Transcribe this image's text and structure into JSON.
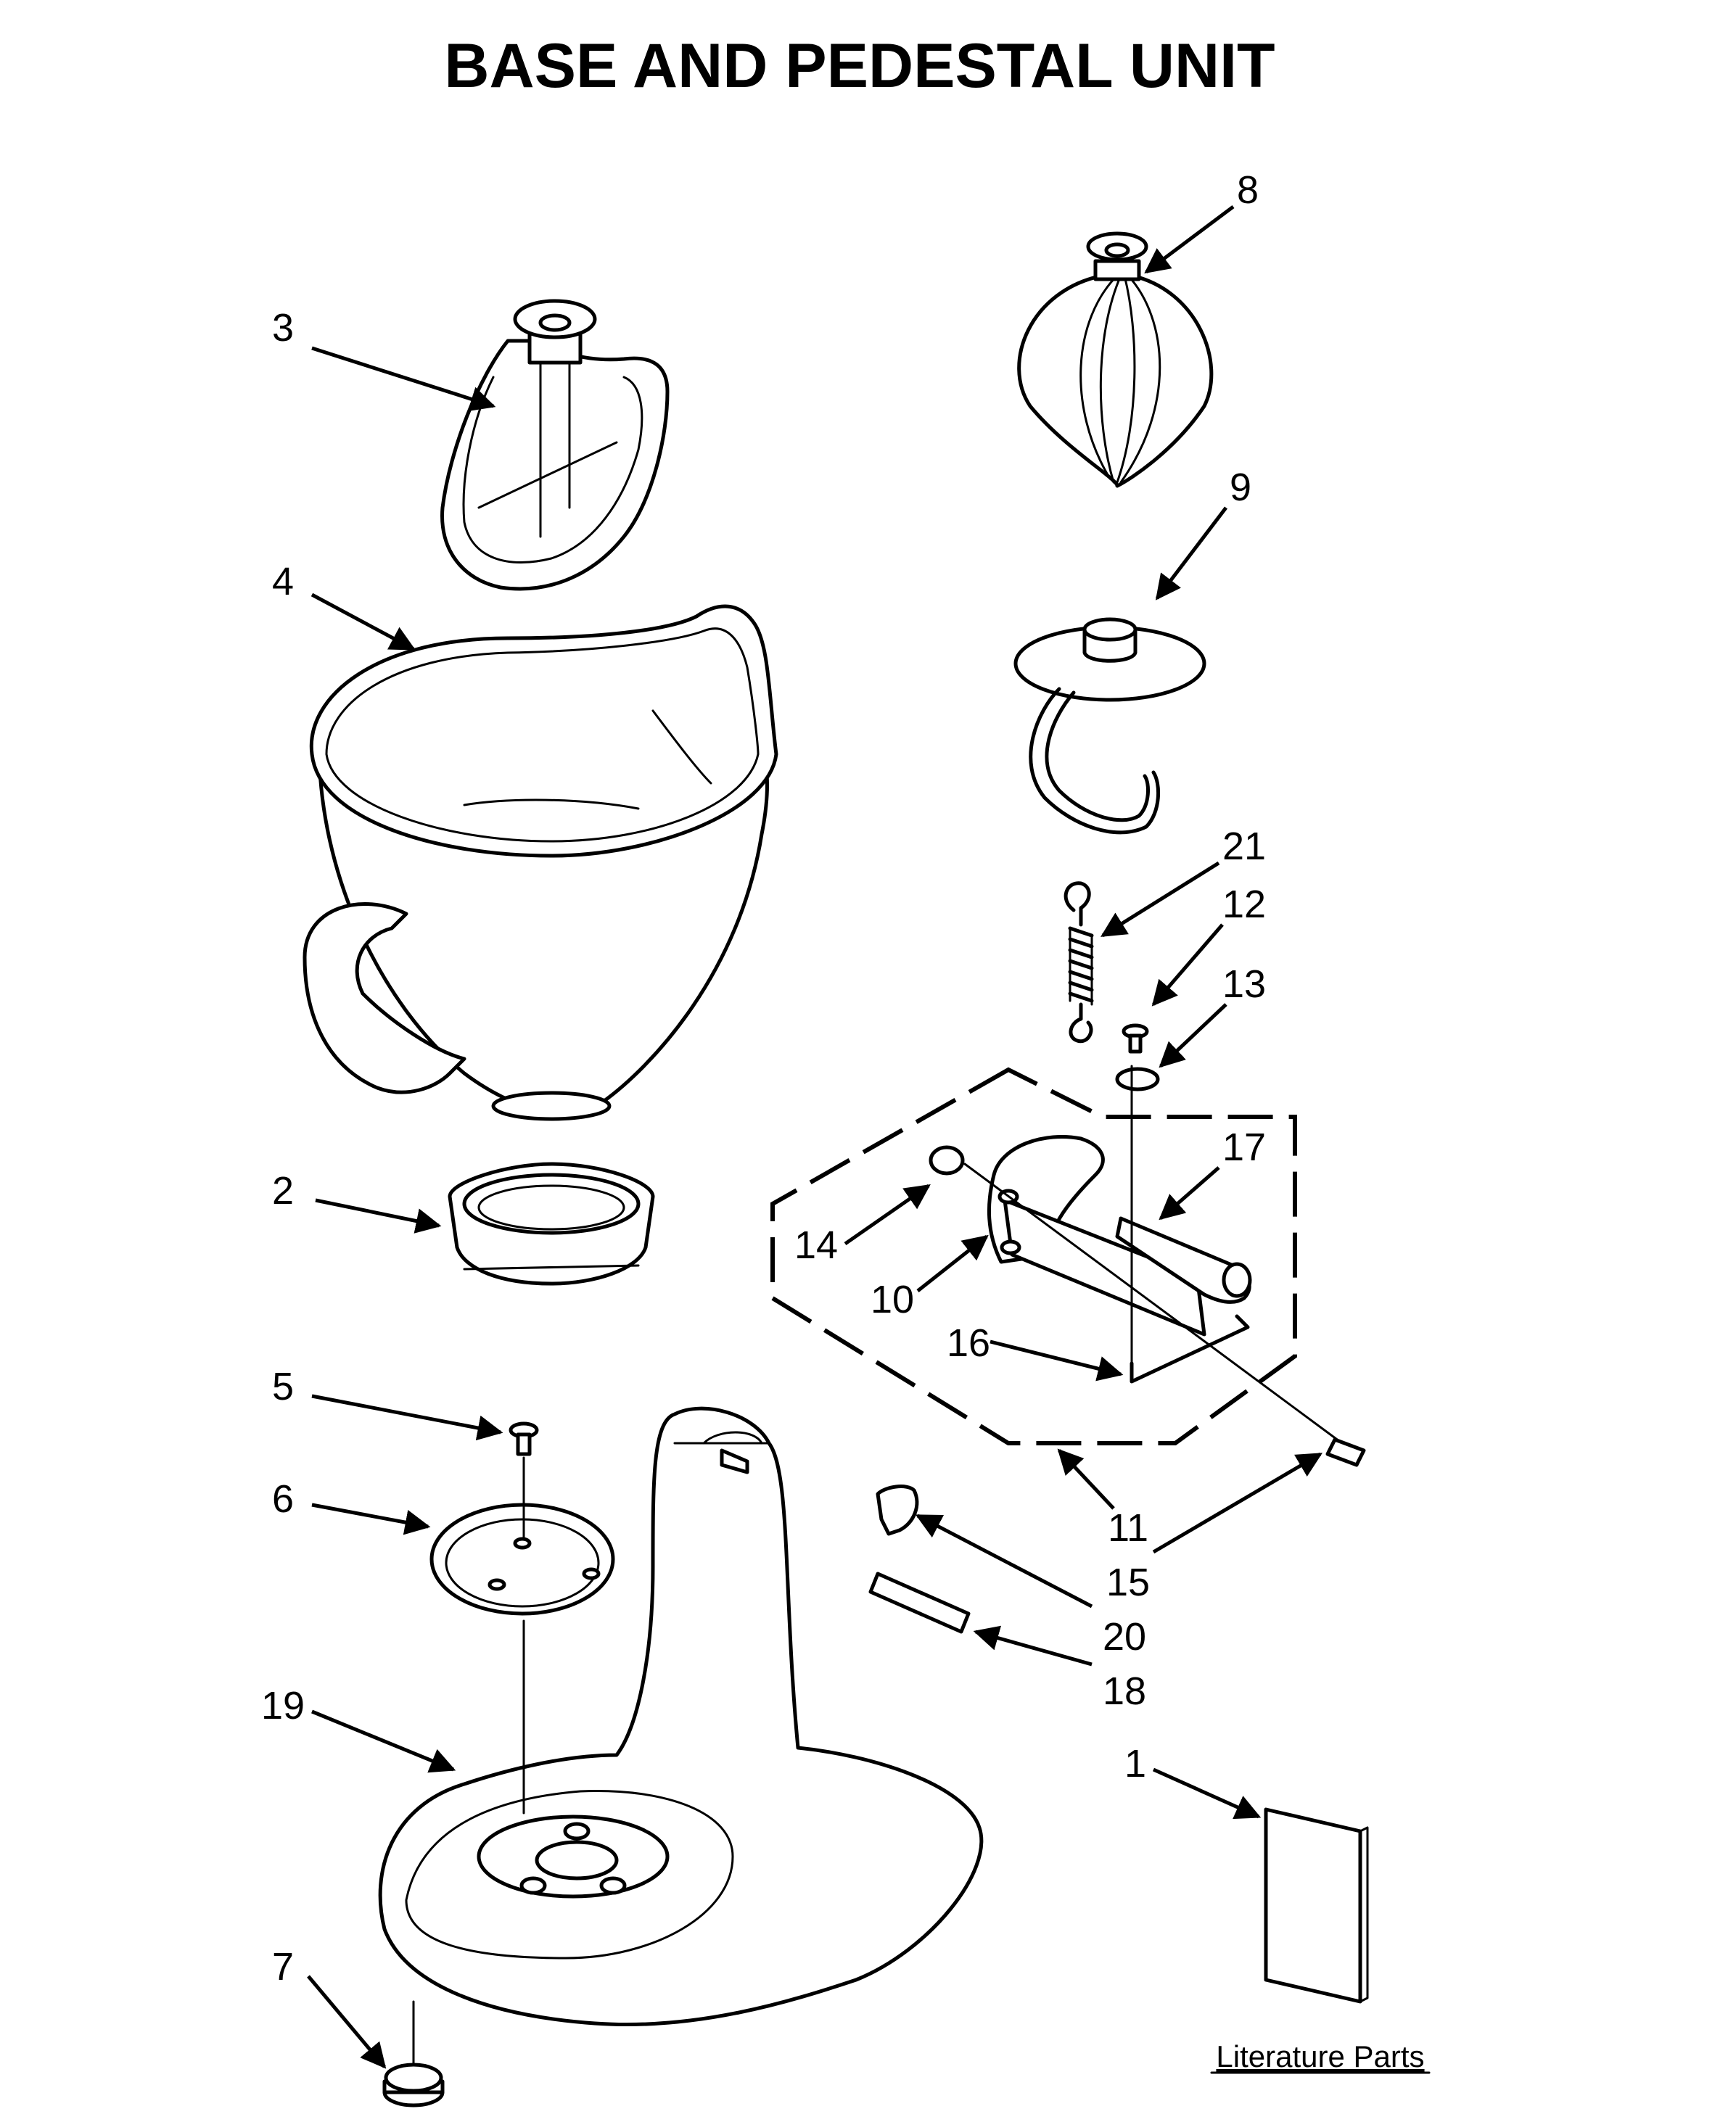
{
  "title": "BASE AND PEDESTAL UNIT",
  "callouts": {
    "c1": "1",
    "c2": "2",
    "c3": "3",
    "c4": "4",
    "c5": "5",
    "c6": "6",
    "c7": "7",
    "c8": "8",
    "c9": "9",
    "c10": "10",
    "c11": "11",
    "c12": "12",
    "c13": "13",
    "c14": "14",
    "c15": "15",
    "c16": "16",
    "c17": "17",
    "c18": "18",
    "c19": "19",
    "c20": "20",
    "c21": "21"
  },
  "literature_label": "Literature Parts"
}
